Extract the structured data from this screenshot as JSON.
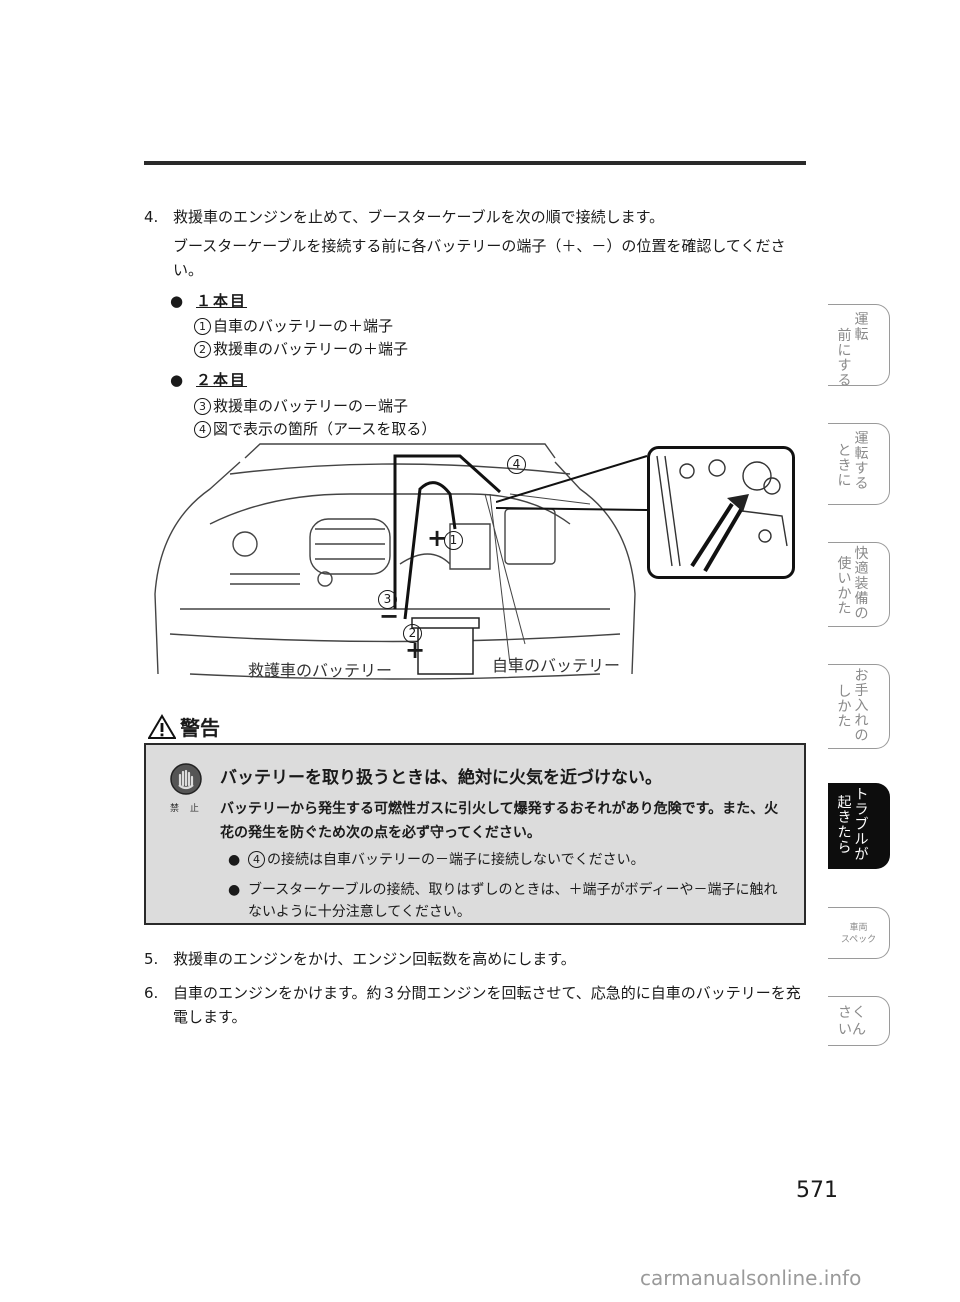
{
  "step4": {
    "number": "4.",
    "text": "救援車のエンジンを止めて、ブースターケーブルを次の順で接続します。",
    "note": "ブースターケーブルを接続する前に各バッテリーの端子（＋、－）の位置を確認してください。"
  },
  "bullet1": {
    "dot": "●",
    "label": "１本目",
    "items": [
      {
        "num": "1",
        "text": "自車のバッテリーの＋端子"
      },
      {
        "num": "2",
        "text": "救援車のバッテリーの＋端子"
      }
    ]
  },
  "bullet2": {
    "dot": "●",
    "label": "２本目",
    "items": [
      {
        "num": "3",
        "text": "救援車のバッテリーの－端子"
      },
      {
        "num": "4",
        "text": "図で表示の箇所（アースを取る）"
      }
    ]
  },
  "figure": {
    "label_rescue_battery": "救護車のバッテリー",
    "label_own_battery": "自車のバッテリー",
    "marker1": "1",
    "marker2": "2",
    "marker3": "3",
    "marker4": "4",
    "plus": "+",
    "minus": "−"
  },
  "warning": {
    "title": "警告",
    "prohibit_label": "禁 止",
    "heading": "バッテリーを取り扱うときは、絶対に火気を近づけない。",
    "bold_text": "バッテリーから発生する可燃性ガスに引火して爆発するおそれがあり危険です。また、火花の発生を防ぐため次の点を必ず守ってください。",
    "items": [
      {
        "dot": "●",
        "num": "4",
        "text": "の接続は自車バッテリーの－端子に接続しないでください。"
      },
      {
        "dot": "●",
        "text": "ブースターケーブルの接続、取りはずしのときは、＋端子がボディーや－端子に触れないように十分注意してください。"
      }
    ]
  },
  "step5": {
    "number": "5.",
    "text": "救援車のエンジンをかけ、エンジン回転数を高めにします。"
  },
  "step6": {
    "number": "6.",
    "text": "自車のエンジンをかけます。約３分間エンジンを回転させて、応急的に自車のバッテリーを充電します。"
  },
  "tabs": [
    {
      "col_right": "運転",
      "col_left": "前にする"
    },
    {
      "col_right": "運転する",
      "col_left": "ときに"
    },
    {
      "col_right": "快適装備の",
      "col_left": "使いかた"
    },
    {
      "col_right": "お手入れの",
      "col_left": "しかた"
    },
    {
      "col_right": "トラブルが",
      "col_left": "起きたら"
    }
  ],
  "small_tabs": [
    {
      "line1": "車両",
      "line2": "スペック"
    },
    {
      "line1": "さく",
      "line2": "いん"
    }
  ],
  "page_number": "571",
  "watermark": "carmanualsonline.info"
}
